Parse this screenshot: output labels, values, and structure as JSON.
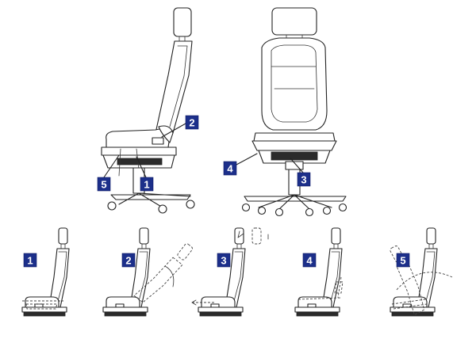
{
  "colors": {
    "callout_bg": "#1c2f8a",
    "callout_fg": "#ffffff"
  },
  "main_views": {
    "side_view": {
      "callouts": [
        "2",
        "5",
        "1"
      ]
    },
    "front_view": {
      "callouts": [
        "4",
        "3"
      ]
    }
  },
  "adjustment_panels": [
    {
      "label": "1"
    },
    {
      "label": "2"
    },
    {
      "label": "3"
    },
    {
      "label": "4"
    },
    {
      "label": "5"
    }
  ]
}
